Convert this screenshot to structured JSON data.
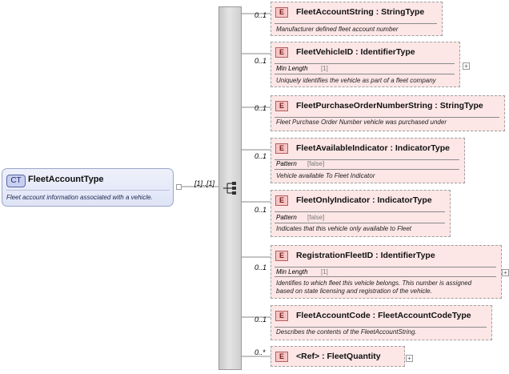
{
  "complex_type": {
    "badge": "CT",
    "name": "FleetAccountType",
    "documentation": "Fleet account information associated with a vehicle."
  },
  "sequence_multiplicity": "[1]..[1]",
  "elements": [
    {
      "badge": "E",
      "name": "FleetAccountString : StringType",
      "multiplicity": "0..1",
      "facets": [],
      "documentation": [
        "Manufacturer defined fleet account number"
      ],
      "expandable": false
    },
    {
      "badge": "E",
      "name": "FleetVehicleID : IdentifierType",
      "multiplicity": "0..1",
      "facets": [
        {
          "name": "Min Length",
          "value": "[1]"
        }
      ],
      "documentation": [
        "Uniquely identifies the vehicle as part of a fleet company"
      ],
      "expandable": true
    },
    {
      "badge": "E",
      "name": "FleetPurchaseOrderNumberString : StringType",
      "multiplicity": "0..1",
      "facets": [],
      "documentation": [
        "Fleet Purchase Order Number vehicle was purchased under"
      ],
      "expandable": false
    },
    {
      "badge": "E",
      "name": "FleetAvailableIndicator : IndicatorType",
      "multiplicity": "0..1",
      "facets": [
        {
          "name": "Pattern",
          "value": "[false]"
        }
      ],
      "documentation": [
        "Vehicle available To Fleet Indicator"
      ],
      "expandable": false
    },
    {
      "badge": "E",
      "name": "FleetOnlyIndicator : IndicatorType",
      "multiplicity": "0..1",
      "facets": [
        {
          "name": "Pattern",
          "value": "[false]"
        }
      ],
      "documentation": [
        "Indicates that this vehicle only available to Fleet"
      ],
      "expandable": false
    },
    {
      "badge": "E",
      "name": "RegistrationFleetID : IdentifierType",
      "multiplicity": "0..1",
      "facets": [
        {
          "name": "Min Length",
          "value": "[1]"
        }
      ],
      "documentation": [
        "Identifies to which fleet this vehicle belongs. This number is assigned",
        "based on state licensing and registration of the vehicle."
      ],
      "expandable": true
    },
    {
      "badge": "E",
      "name": "FleetAccountCode : FleetAccountCodeType",
      "multiplicity": "0..1",
      "facets": [],
      "documentation": [
        "Describes the contents of the FleetAccountString."
      ],
      "expandable": false
    },
    {
      "badge": "E",
      "name": "<Ref>     : FleetQuantity",
      "multiplicity": "0..*",
      "facets": [],
      "documentation": [],
      "expandable": true
    }
  ],
  "colors": {
    "element_fill": "#fde6e6",
    "element_badge": "#f6c6c6",
    "complex_type_fill": "#e6eaf8",
    "compositor": "#d8d8d8"
  }
}
